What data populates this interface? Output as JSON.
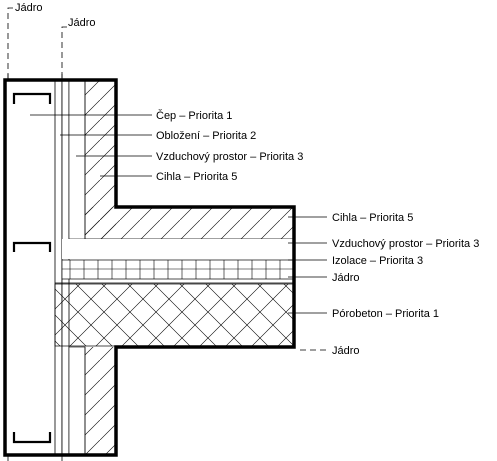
{
  "core_labels": {
    "left_core": "Jádro",
    "inner_core": "Jádro"
  },
  "callouts": [
    {
      "id": "cep",
      "text": "Čep – Priorita 1"
    },
    {
      "id": "oblozeni",
      "text": "Obložení – Priorita 2"
    },
    {
      "id": "vzduch-wall",
      "text": "Vzduchový prostor – Priorita 3"
    },
    {
      "id": "cihla-wall",
      "text": "Cihla – Priorita 5"
    },
    {
      "id": "cihla-floor",
      "text": "Cihla – Priorita 5"
    },
    {
      "id": "vzduch-floor",
      "text": "Vzduchový prostor – Priorita 3"
    },
    {
      "id": "izolace",
      "text": "Izolace – Priorita 3"
    },
    {
      "id": "jadro-top",
      "text": "Jádro"
    },
    {
      "id": "porobeton",
      "text": "Pórobeton – Priorita 1"
    },
    {
      "id": "jadro-bottom",
      "text": "Jádro"
    }
  ]
}
